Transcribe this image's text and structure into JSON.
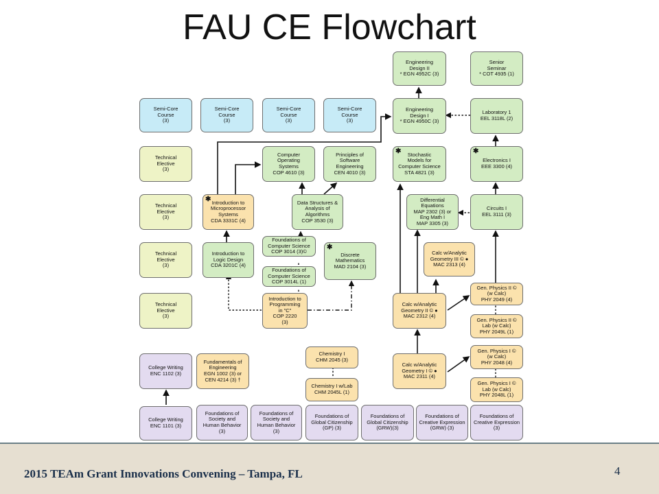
{
  "title": "FAU CE Flowchart",
  "footer": {
    "text": "2015 TEAm Grant Innovations Convening – Tampa, FL",
    "page": "4"
  },
  "colors": {
    "semi_core": "#c7ebf7",
    "course": "#d3ecc3",
    "elective": "#eef3c6",
    "science_math": "#fbe2ad",
    "general": "#e3dbf0"
  },
  "boxes": {
    "eng_design_2": {
      "star": "*",
      "lines": [
        "Engineering",
        "Design II",
        "EGN 4952C  (3)"
      ]
    },
    "senior_seminar": {
      "star": "*",
      "lines": [
        "Senior",
        "Seminar",
        "COT 4935  (1)"
      ]
    },
    "semi_core_1": {
      "lines": [
        "Semi-Core",
        "Course",
        "(3)"
      ]
    },
    "semi_core_2": {
      "lines": [
        "Semi-Core",
        "Course",
        "(3)"
      ]
    },
    "semi_core_3": {
      "lines": [
        "Semi-Core",
        "Course",
        "(3)"
      ]
    },
    "semi_core_4": {
      "lines": [
        "Semi-Core",
        "Course",
        "(3)"
      ]
    },
    "eng_design_1": {
      "star": "*",
      "lines": [
        "Engineering",
        "Design I",
        "EGN 4950C  (3)"
      ]
    },
    "lab_1": {
      "lines": [
        "Laboratory 1",
        "EEL 3118L  (2)"
      ]
    },
    "tech_elective_1": {
      "lines": [
        "Technical",
        "Elective",
        "(3)"
      ]
    },
    "comp_os": {
      "lines": [
        "Computer",
        "Operating",
        "Systems",
        "COP 4610  (3)"
      ]
    },
    "principles_se": {
      "lines": [
        "Principles of",
        "Software",
        "Engineering",
        "CEN 4010  (3)"
      ]
    },
    "stochastic": {
      "star": "✱",
      "lines": [
        "Stochastic",
        "Models  for",
        "Computer Science",
        "STA 4821  (3)"
      ]
    },
    "electronics_1": {
      "star": "✱",
      "lines": [
        "Electronics I",
        "EEE 3300   (4)"
      ]
    },
    "tech_elective_2": {
      "lines": [
        "Technical",
        "Elective",
        "(3)"
      ]
    },
    "intro_micro": {
      "star": "✱",
      "lines": [
        "Introduction to",
        "Microprocessor",
        "Systems",
        "CDA 3331C  (4)"
      ]
    },
    "data_structures": {
      "lines": [
        "Data Structures &",
        "Analysis of",
        "Algorithms",
        "COP 3530    (3)"
      ]
    },
    "diff_eq": {
      "lines": [
        "Differential",
        "Equations",
        "MAP 2302 (3) or",
        "Eng Math I",
        "MAP 3305  (3)"
      ]
    },
    "circuits_1": {
      "lines": [
        "Circuits I",
        "EEL 3111  (3)"
      ]
    },
    "tech_elective_3": {
      "lines": [
        "Technical",
        "Elective",
        "(3)"
      ]
    },
    "intro_logic": {
      "lines": [
        "Introduction to",
        "Logic Design",
        "CDA 3201C  (4)"
      ]
    },
    "found_cs_3014": {
      "lines": [
        "Foundations of",
        "Computer Science",
        "COP 3014  (3)©"
      ]
    },
    "discrete_math": {
      "star": "✱",
      "lines": [
        "Discrete",
        "Mathematics",
        "MAD 2104  (3)"
      ]
    },
    "calc_3": {
      "lines": [
        "Calc w/Analytic",
        "Geometry III © ●",
        "MAC  2313 (4)"
      ]
    },
    "found_cs_3014l": {
      "lines": [
        "Foundations of",
        "Computer Science",
        "COP 3014L  (1)"
      ]
    },
    "tech_elective_4": {
      "lines": [
        "Technical",
        "Elective",
        "(3)"
      ]
    },
    "intro_prog_c": {
      "lines": [
        "Introduction to",
        "Programming",
        "in \"C\"",
        "COP 2220",
        "(3)"
      ]
    },
    "calc_2": {
      "lines": [
        "Calc w/Analytic",
        "Geometry II © ●",
        "MAC  2312 (4)"
      ]
    },
    "phys_2": {
      "lines": [
        "Gen. Physics II  ©",
        "(w Calc)",
        "PHY 2049 (4)"
      ]
    },
    "phys_2_lab": {
      "lines": [
        "Gen. Physics II  ©",
        "Lab (w Calc)",
        "PHY 2049L (1)"
      ]
    },
    "college_writing_2": {
      "lines": [
        "College Writing",
        "ENC 1102 (3)"
      ]
    },
    "fund_eng": {
      "lines": [
        "Fundamentals of",
        "Engineering",
        "EGN 1002  (3)  or",
        "CEN 4214  (3) †"
      ]
    },
    "chem_1": {
      "lines": [
        "Chemistry I",
        "CHM 2045 (3)"
      ]
    },
    "calc_1": {
      "lines": [
        "Calc w/Analytic",
        "Geometry I © ●",
        "MAC  2311 (4)"
      ]
    },
    "phys_1": {
      "lines": [
        "Gen. Physics I ©",
        "(w Calc)",
        "PHY 2048 (4)"
      ]
    },
    "chem_1_lab": {
      "lines": [
        "Chemistry I w/Lab",
        "CHM 2045L  (1)"
      ]
    },
    "phys_1_lab": {
      "lines": [
        "Gen. Physics I ©",
        "Lab (w Calc)",
        "PHY 2048L (1)"
      ]
    },
    "college_writing_1": {
      "lines": [
        "College Writing",
        "ENC 1101 (3)"
      ]
    },
    "found_society_1": {
      "lines": [
        "Foundations of",
        "Society and",
        "Human Behavior",
        "(3)"
      ]
    },
    "found_society_2": {
      "lines": [
        "Foundations of",
        "Society and",
        "Human Behavior",
        "(3)"
      ]
    },
    "found_global_gp": {
      "lines": [
        "Foundations of",
        "Global Citizenship",
        "(GP)  (3)"
      ]
    },
    "found_global_grw": {
      "lines": [
        "Foundations of",
        "Global Citizenship",
        "(GRW)(3)"
      ]
    },
    "found_creative_grw": {
      "lines": [
        "Foundations of",
        "Creative Expression",
        "(GRW)  (3)"
      ]
    },
    "found_creative_3": {
      "lines": [
        "Foundations of",
        "Creative Expression",
        "(3)"
      ]
    }
  }
}
